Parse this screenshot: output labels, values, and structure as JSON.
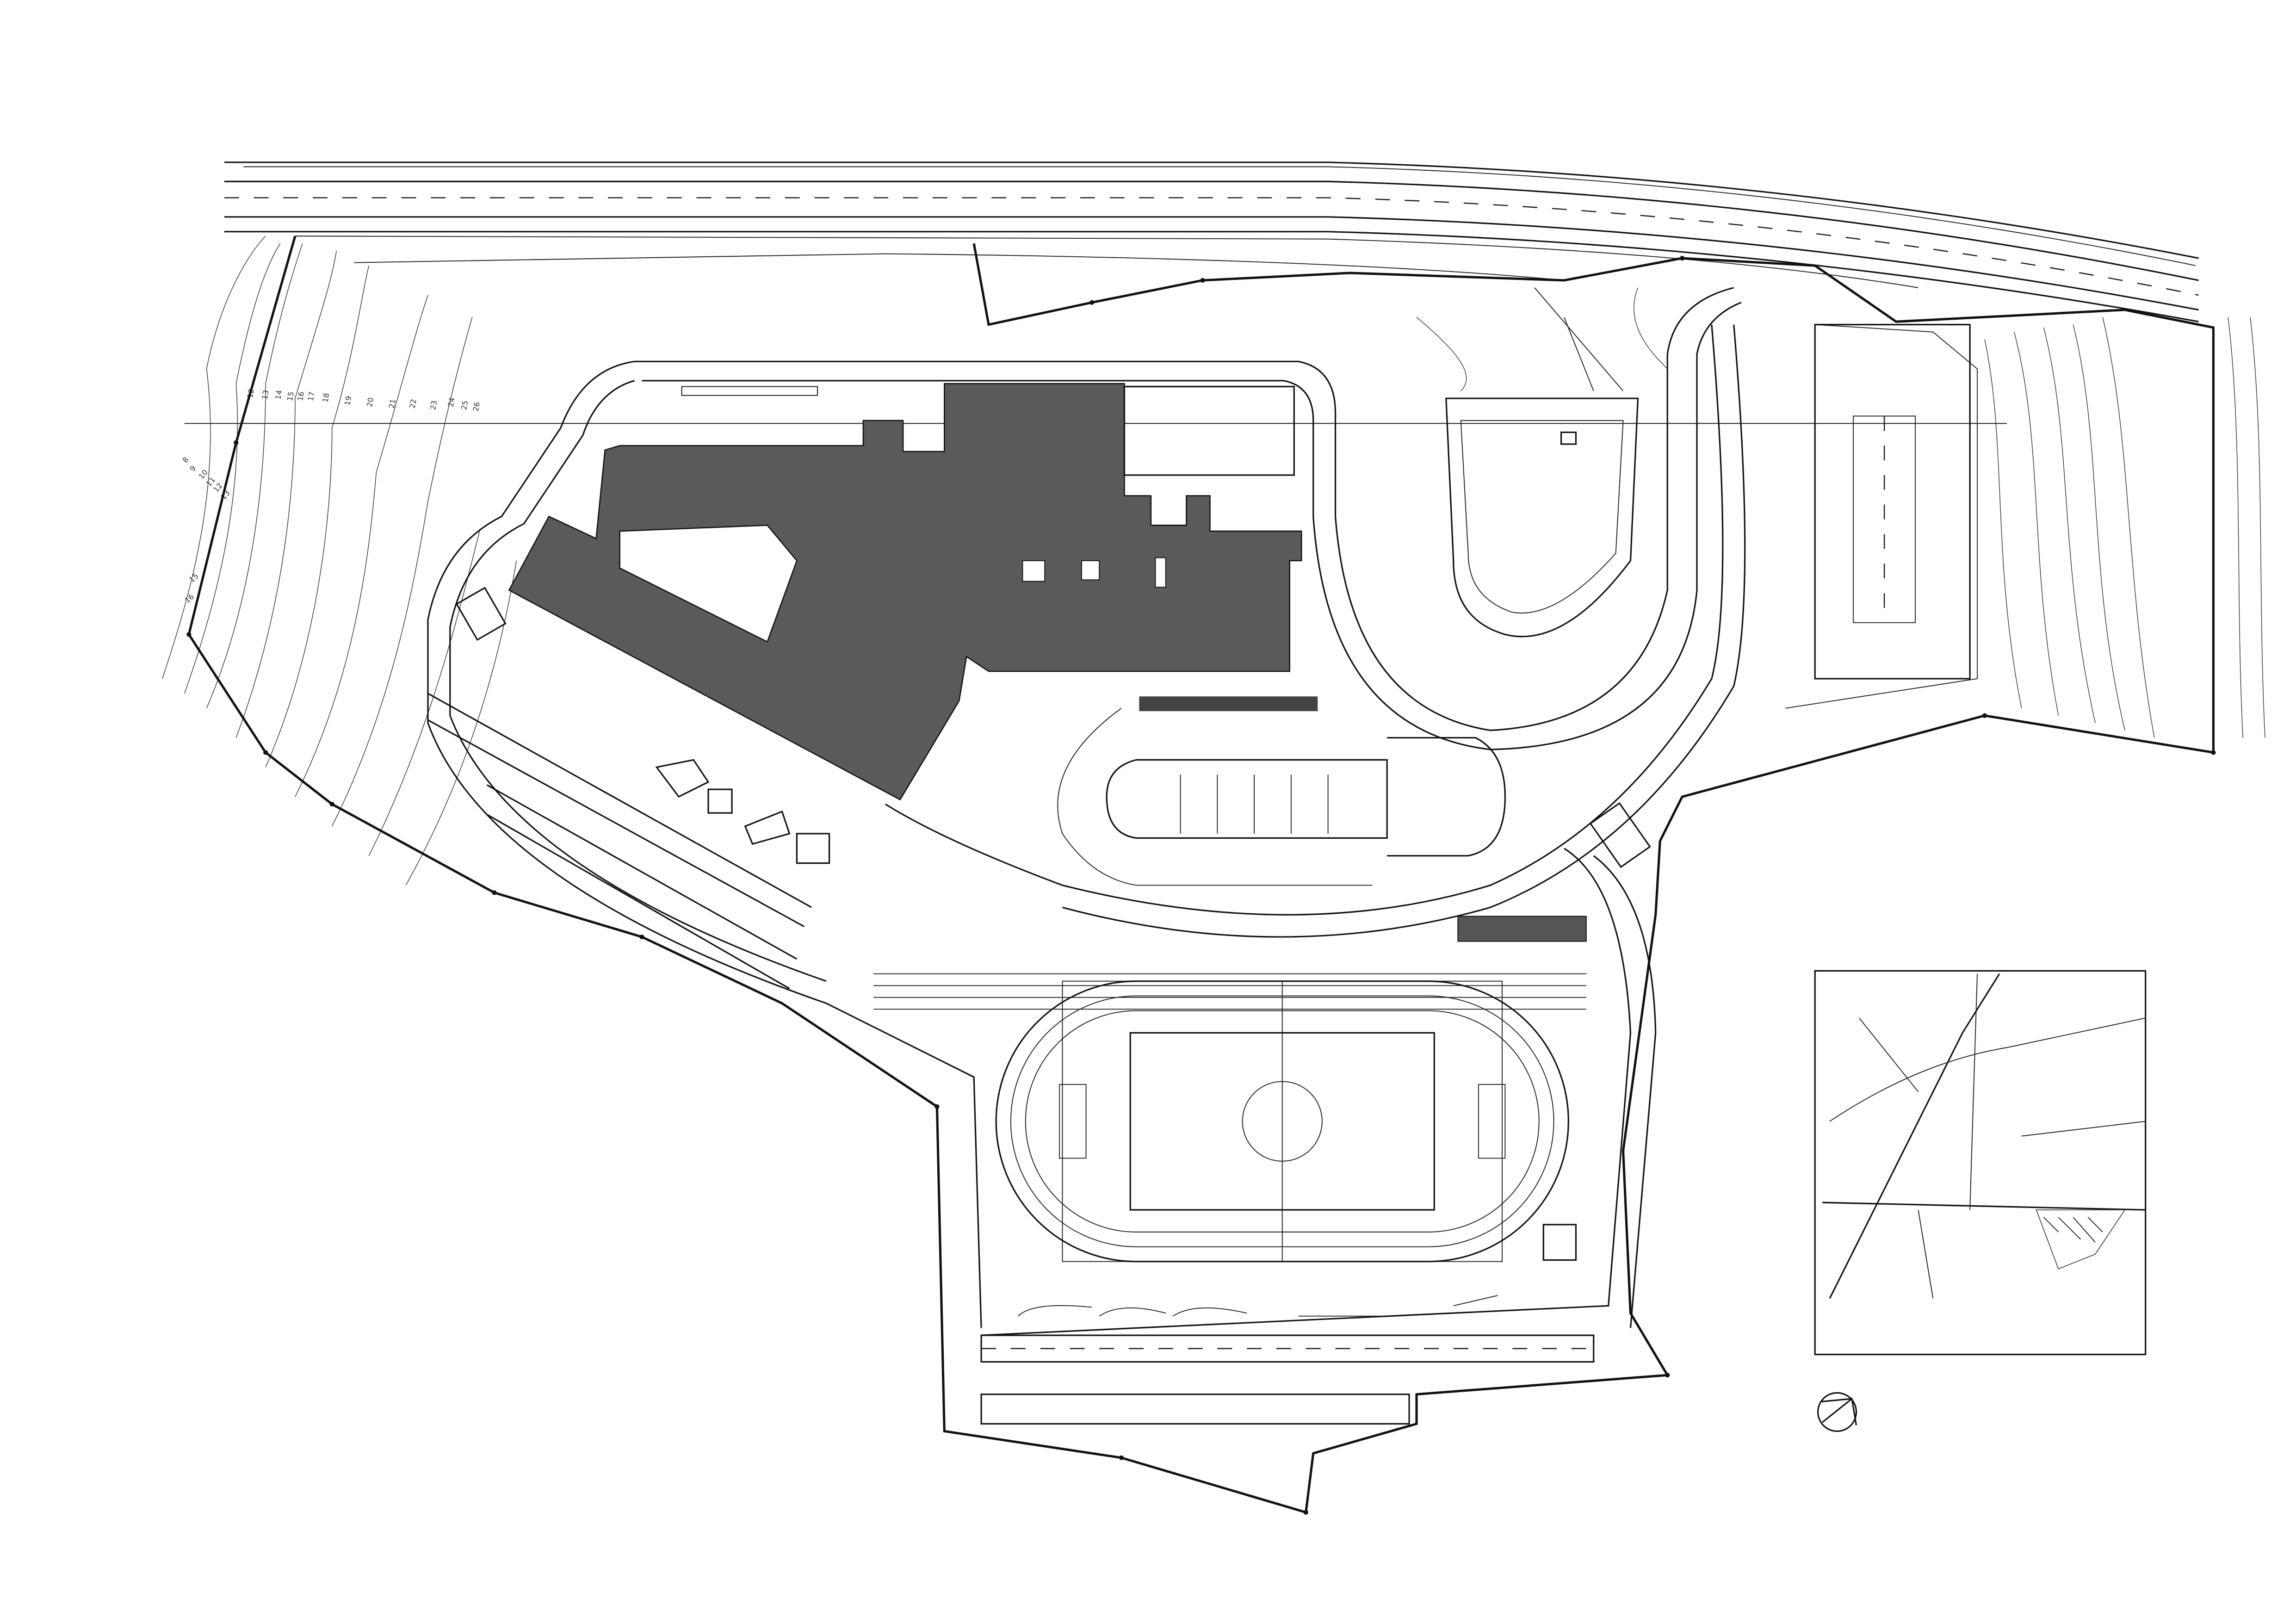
{
  "drawing": {
    "type": "site plan",
    "colors": {
      "line": "#111111",
      "building_fill": "#5a5a5a",
      "background": "#ffffff"
    },
    "contour_labels_north": [
      "12",
      "13",
      "14",
      "15",
      "16",
      "17",
      "18",
      "19",
      "20",
      "21",
      "22",
      "23",
      "24",
      "25",
      "26"
    ],
    "contour_labels_west": [
      "8",
      "9",
      "10",
      "11",
      "12",
      "13",
      "15",
      "16"
    ],
    "north_arrow": "north-arrow-icon",
    "inset": "location-map"
  }
}
